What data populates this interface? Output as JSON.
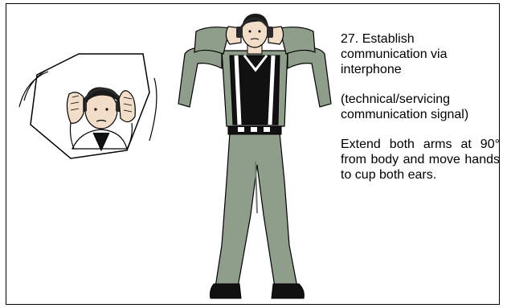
{
  "signal": {
    "title": "27. Establish communication via interphone",
    "category": "(technical/servicing communication signal)",
    "instruction": "Extend both arms at 90° from body and move hands to cup both ears."
  },
  "colors": {
    "suit": "#8e9e8b",
    "suit_shadow": "#6f7e6c",
    "vest": "#111111",
    "vest_stripe": "#ffffff",
    "skin": "#f2ddc8",
    "hair": "#1a1a1a",
    "headset": "#2a2a2a",
    "boots": "#111111",
    "outline": "#000000"
  },
  "icons": [
    "marshaller-figure",
    "cockpit-pilot-window"
  ]
}
